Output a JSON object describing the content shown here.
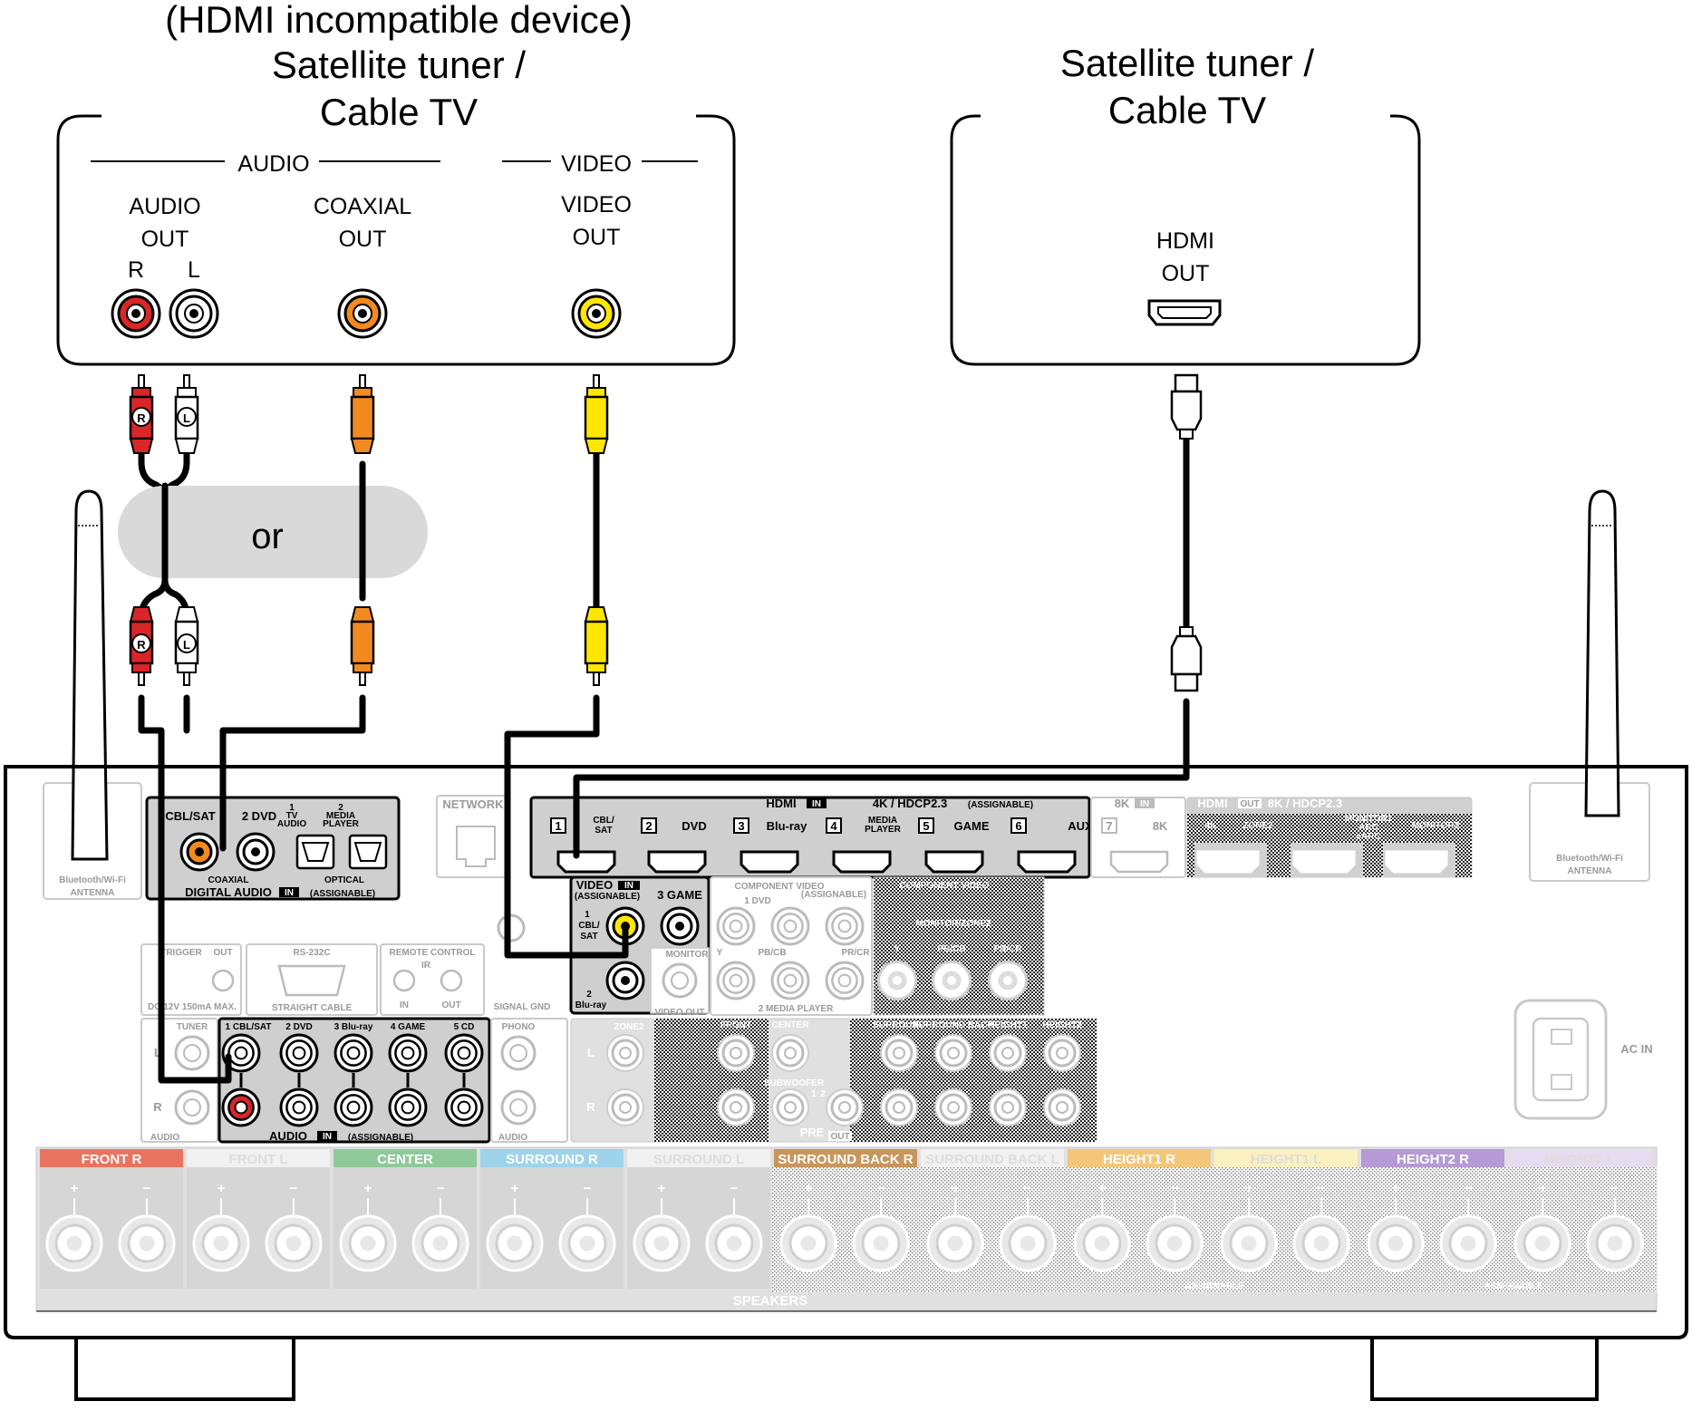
{
  "left_device": {
    "title_line1": "(HDMI incompatible device)",
    "title_line2": "Satellite tuner /",
    "title_line3": "Cable TV",
    "audio_section": "AUDIO",
    "video_section": "VIDEO",
    "audio_out": [
      "AUDIO",
      "OUT"
    ],
    "coaxial_out": [
      "COAXIAL",
      "OUT"
    ],
    "video_out": [
      "VIDEO",
      "OUT"
    ],
    "r": "R",
    "l": "L"
  },
  "right_device": {
    "title_line1": "Satellite tuner /",
    "title_line2": "Cable TV",
    "hdmi_out": [
      "HDMI",
      "OUT"
    ]
  },
  "or_label": "or",
  "plug_r": "R",
  "plug_l": "L",
  "receiver": {
    "bt_left": [
      "Bluetooth/Wi-Fi",
      "ANTENNA"
    ],
    "bt_right": [
      "Bluetooth/Wi-Fi",
      "ANTENNA"
    ],
    "digital_audio": {
      "cbl_sat": "CBL/SAT",
      "dvd": "2 DVD",
      "tv_audio": [
        "1",
        "TV",
        "AUDIO"
      ],
      "media_player": [
        "2",
        "MEDIA",
        "PLAYER"
      ],
      "coaxial": "COAXIAL",
      "optical": "OPTICAL",
      "footer": "DIGITAL AUDIO",
      "in": "IN",
      "assignable": "(ASSIGNABLE)"
    },
    "network": "NETWORK",
    "hdmi_in": {
      "title": "HDMI",
      "in": "IN",
      "spec": "4K / HDCP2.3",
      "assignable": "(ASSIGNABLE)",
      "inputs": [
        {
          "num": "1",
          "label": "CBL/\nSAT"
        },
        {
          "num": "2",
          "label": "DVD"
        },
        {
          "num": "3",
          "label": "Blu-ray"
        },
        {
          "num": "4",
          "label": "MEDIA PLAYER"
        },
        {
          "num": "5",
          "label": "GAME"
        },
        {
          "num": "6",
          "label": "AUX"
        }
      ],
      "in8k_title": "8K",
      "in8k_inputs": [
        {
          "num": "7",
          "label": "8K"
        }
      ]
    },
    "hdmi_out": {
      "title": "HDMI",
      "out": "OUT",
      "spec": "8K / HDCP2.3",
      "ports": [
        "4K",
        "ZONE2",
        "MONITOR1 ARC eARC",
        "MONITOR2"
      ]
    },
    "video_in": {
      "title": "VIDEO",
      "in": "IN",
      "assignable": "(ASSIGNABLE)",
      "cbl_sat": [
        "1",
        "CBL/",
        "SAT"
      ],
      "blu_ray": [
        "2",
        "Blu-ray"
      ],
      "game": "3 GAME",
      "monitor": "MONITOR",
      "video_out": "VIDEO OUT"
    },
    "component_in": {
      "title": "COMPONENT VIDEO",
      "in": "IN",
      "assignable": "(ASSIGNABLE)",
      "dvd": "1 DVD",
      "media": "2 MEDIA PLAYER",
      "y": "Y",
      "pb": "PB/CB",
      "pr": "PR/CR"
    },
    "component_out": {
      "title": "COMPONENT VIDEO",
      "out": "OUT",
      "monitor": "MONITOR/ZONE2",
      "y": "Y",
      "pb": "PB/CB",
      "pr": "PR/CR"
    },
    "trigger": {
      "title": "TRIGGER",
      "out": "OUT",
      "spec": "DC 12V 150mA MAX."
    },
    "rs232c": {
      "title": "RS-232C",
      "cable": "STRAIGHT CABLE"
    },
    "remote": {
      "title": "REMOTE CONTROL",
      "ir": "IR",
      "in": "IN",
      "out": "OUT"
    },
    "signal_gnd": "SIGNAL GND",
    "tuner": "TUNER",
    "audio_in": {
      "labels": [
        "1 CBL/SAT",
        "2 DVD",
        "3 Blu-ray",
        "4 GAME",
        "5 CD"
      ],
      "footer": "AUDIO",
      "in": "IN",
      "assignable": "(ASSIGNABLE)"
    },
    "audio_small": "AUDIO",
    "audio_small_in": "IN",
    "phono": "PHONO",
    "zone2": "ZONE2",
    "pre_out": {
      "labels": [
        "FRONT",
        "CENTER",
        "SURROUND",
        "SURROUND BACK",
        "HEIGHT1",
        "HEIGHT2"
      ],
      "subwoofer": "SUBWOOFER",
      "sub_nums": [
        "1",
        "2"
      ],
      "footer": "PRE",
      "out": "OUT"
    },
    "lr_l": "L",
    "lr_r": "R",
    "ac_in": "AC IN",
    "speakers": {
      "footer": "SPEAKERS",
      "assignable": "ASSIGNABLE",
      "groups": [
        {
          "label": "FRONT",
          "side": "R",
          "color": "#e8745f"
        },
        {
          "label": "FRONT",
          "side": "L",
          "color": "#f1f1f1"
        },
        {
          "label": "CENTER",
          "side": "",
          "color": "#8fc99a"
        },
        {
          "label": "SURROUND",
          "side": "R",
          "color": "#9fd3ec"
        },
        {
          "label": "SURROUND",
          "side": "L",
          "color": "#f1f1f1"
        },
        {
          "label": "SURROUND BACK",
          "side": "R",
          "color": "#c8955a"
        },
        {
          "label": "SURROUND BACK",
          "side": "L",
          "color": "#f1f1f1"
        },
        {
          "label": "HEIGHT1",
          "side": "R",
          "color": "#f3c77b"
        },
        {
          "label": "HEIGHT1",
          "side": "L",
          "color": "#fbf0c0"
        },
        {
          "label": "HEIGHT2",
          "side": "R",
          "color": "#b59ad6"
        },
        {
          "label": "HEIGHT2",
          "side": "L",
          "color": "#e6dcf1"
        }
      ]
    }
  }
}
